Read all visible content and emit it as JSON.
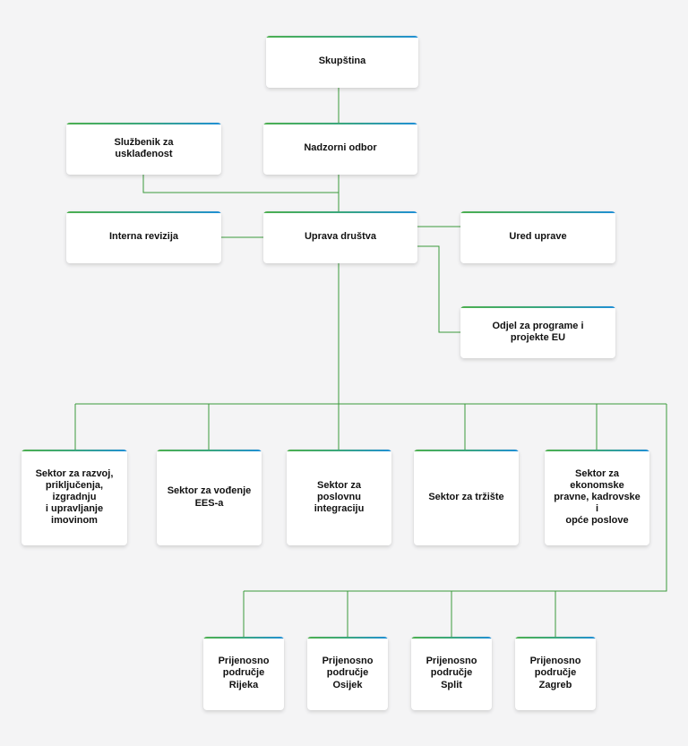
{
  "colors": {
    "line": "#3a9a3a",
    "bar_start": "#4caf50",
    "bar_end": "#1f8fd6",
    "background": "#f4f4f5"
  },
  "nodes": {
    "skupstina": "Skupština",
    "nadzorni_odbor": "Nadzorni odbor",
    "sluzbenik": "Službenik za\nusklađenost",
    "interna_revizija": "Interna revizija",
    "uprava": "Uprava društva",
    "ured_uprave": "Ured uprave",
    "odjel_eu": "Odjel za programe i\nprojekte EU",
    "sektor_razvoj": "Sektor za razvoj,\npriključenja, izgradnju\ni upravljanje\nimovinom",
    "sektor_ees": "Sektor za vođenje\nEES-a",
    "sektor_integracija": "Sektor za poslovnu\nintegraciju",
    "sektor_trziste": "Sektor za tržište",
    "sektor_ekonomske": "Sektor za\nekonomske\npravne, kadrovske i\nopće poslove",
    "pp_rijeka": "Prijenosno\npodručje Rijeka",
    "pp_osijek": "Prijenosno\npodručje Osijek",
    "pp_split": "Prijenosno\npodručje\nSplit",
    "pp_zagreb": "Prijenosno\npodručje\nZagreb"
  }
}
